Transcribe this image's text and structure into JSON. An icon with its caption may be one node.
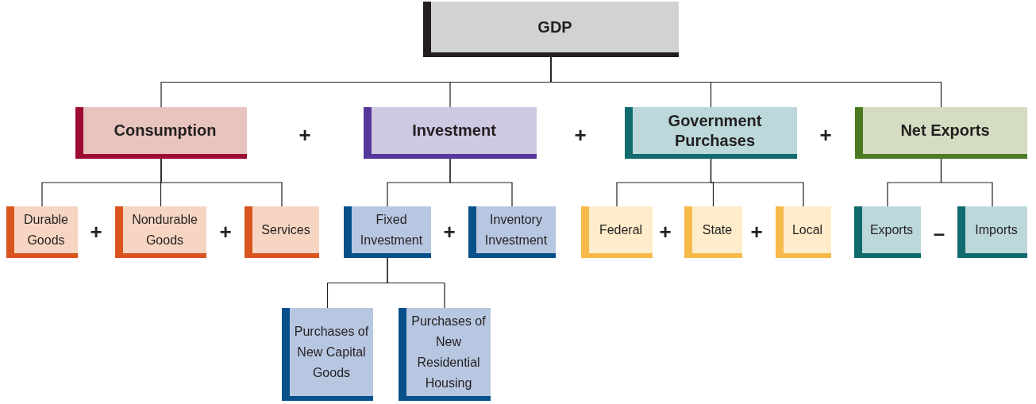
{
  "diagram": {
    "nodes": [
      {
        "text": [
          "GDP"
        ]
      },
      {
        "text": [
          "Consumption"
        ]
      },
      {
        "text": [
          "Investment"
        ]
      },
      {
        "text": [
          "Government Purchases"
        ]
      },
      {
        "text": [
          "Net Exports"
        ]
      },
      {
        "text": [
          "Durable Goods"
        ]
      },
      {
        "text": [
          "Nondurable Goods"
        ]
      },
      {
        "text": [
          "Services"
        ]
      },
      {
        "text": [
          "Fixed Investment"
        ]
      },
      {
        "text": [
          "Inventory Investment"
        ]
      },
      {
        "text": [
          "Federal"
        ]
      },
      {
        "text": [
          "State"
        ]
      },
      {
        "text": [
          "Local"
        ]
      },
      {
        "text": [
          "Exports"
        ]
      },
      {
        "text": [
          "Imports"
        ]
      },
      {
        "text": [
          "Purchases of New Capital Goods"
        ]
      },
      {
        "text": [
          "Purchases of New Residential Housing"
        ]
      }
    ],
    "edges": [
      {
        "from": 0,
        "to": 1,
        "arrow": "none"
      },
      {
        "from": 0,
        "to": 2,
        "arrow": "none"
      },
      {
        "from": 0,
        "to": 3,
        "arrow": "none"
      },
      {
        "from": 0,
        "to": 4,
        "arrow": "none"
      },
      {
        "from": 1,
        "to": 5,
        "arrow": "none"
      },
      {
        "from": 1,
        "to": 6,
        "arrow": "none"
      },
      {
        "from": 1,
        "to": 7,
        "arrow": "none"
      },
      {
        "from": 2,
        "to": 8,
        "arrow": "none"
      },
      {
        "from": 2,
        "to": 9,
        "arrow": "none"
      },
      {
        "from": 3,
        "to": 10,
        "arrow": "none"
      },
      {
        "from": 3,
        "to": 11,
        "arrow": "none"
      },
      {
        "from": 3,
        "to": 12,
        "arrow": "none"
      },
      {
        "from": 4,
        "to": 13,
        "arrow": "none"
      },
      {
        "from": 4,
        "to": 14,
        "arrow": "none"
      },
      {
        "from": 8,
        "to": 15,
        "arrow": "none"
      },
      {
        "from": 8,
        "to": 16,
        "arrow": "none"
      }
    ],
    "labels": [
      "+",
      "+",
      "+",
      "+",
      "+",
      "+",
      "+",
      "+",
      "–"
    ]
  }
}
